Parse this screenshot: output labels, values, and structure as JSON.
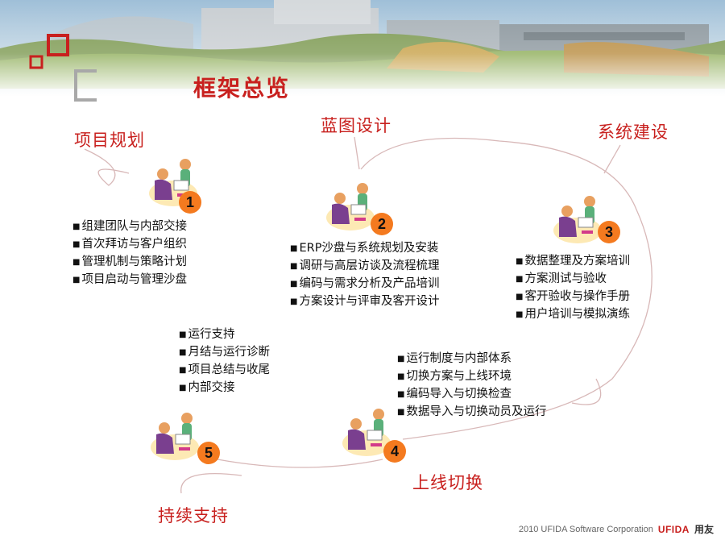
{
  "title": "框架总览",
  "phases": {
    "p1": "项目规划",
    "p2": "蓝图设计",
    "p3": "系统建设",
    "p4": "上线切换",
    "p5": "持续支持"
  },
  "steps": [
    {
      "number": "1",
      "tasks": [
        "组建团队与内部交接",
        "首次拜访与客户组织",
        "管理机制与策略计划",
        "项目启动与管理沙盘"
      ]
    },
    {
      "number": "2",
      "tasks": [
        "ERP沙盘与系统规划及安装",
        "调研与高层访谈及流程梳理",
        "编码与需求分析及产品培训",
        "方案设计与评审及客开设计"
      ]
    },
    {
      "number": "3",
      "tasks": [
        "数据整理及方案培训",
        "方案测试与验收",
        "客开验收与操作手册",
        "用户培训与模拟演练"
      ]
    },
    {
      "number": "4",
      "tasks": [
        "运行制度与内部体系",
        "切换方案与上线环境",
        "编码导入与切换检查",
        "数据导入与切换动员及运行"
      ]
    },
    {
      "number": "5",
      "tasks": [
        "运行支持",
        "月结与运行诊断",
        "项目总结与收尾",
        "内部交接"
      ]
    }
  ],
  "footer": {
    "copyright": "2010 UFIDA Software Corporation",
    "brand": "UFIDA",
    "brand_cn": "用友"
  },
  "colors": {
    "accent": "#c8201e",
    "step_badge": "#f47a1f"
  }
}
